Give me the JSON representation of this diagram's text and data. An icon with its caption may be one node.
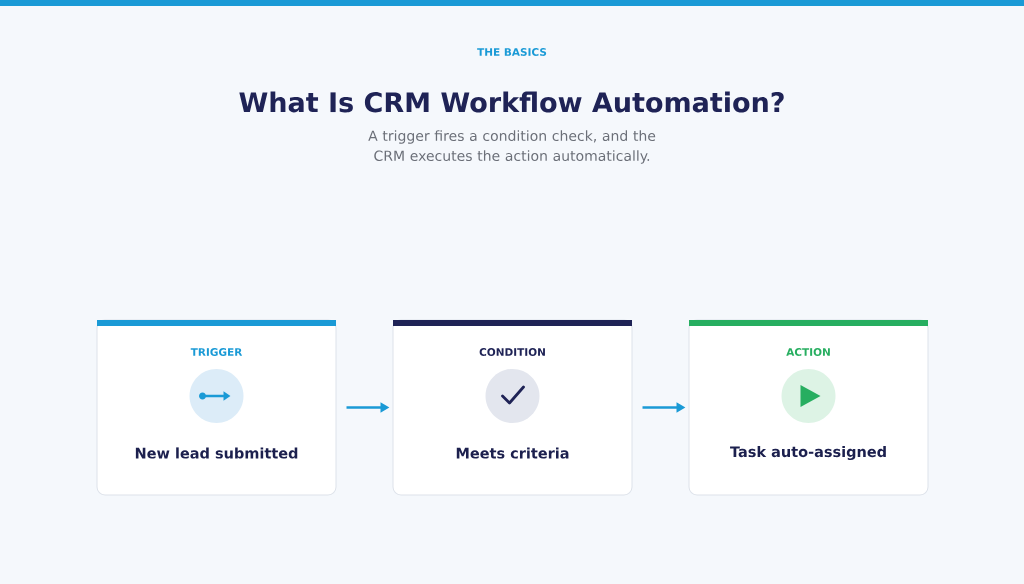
{
  "diagram": {
    "title": "What Is CRM Workflow Automation?",
    "nodes": [
      {
        "text": [
          "TRIGGER",
          "New lead submitted"
        ]
      },
      {
        "text": [
          "CONDITION",
          "Meets criteria"
        ]
      },
      {
        "text": [
          "ACTION",
          "Task auto-assigned"
        ]
      }
    ],
    "edges": [
      {
        "from": 0,
        "to": 1,
        "arrow": "to"
      },
      {
        "from": 1,
        "to": 2,
        "arrow": "to"
      }
    ],
    "labels": [
      "THE BASICS",
      "A trigger fires a condition check, and the CRM executes the action automatically."
    ]
  }
}
